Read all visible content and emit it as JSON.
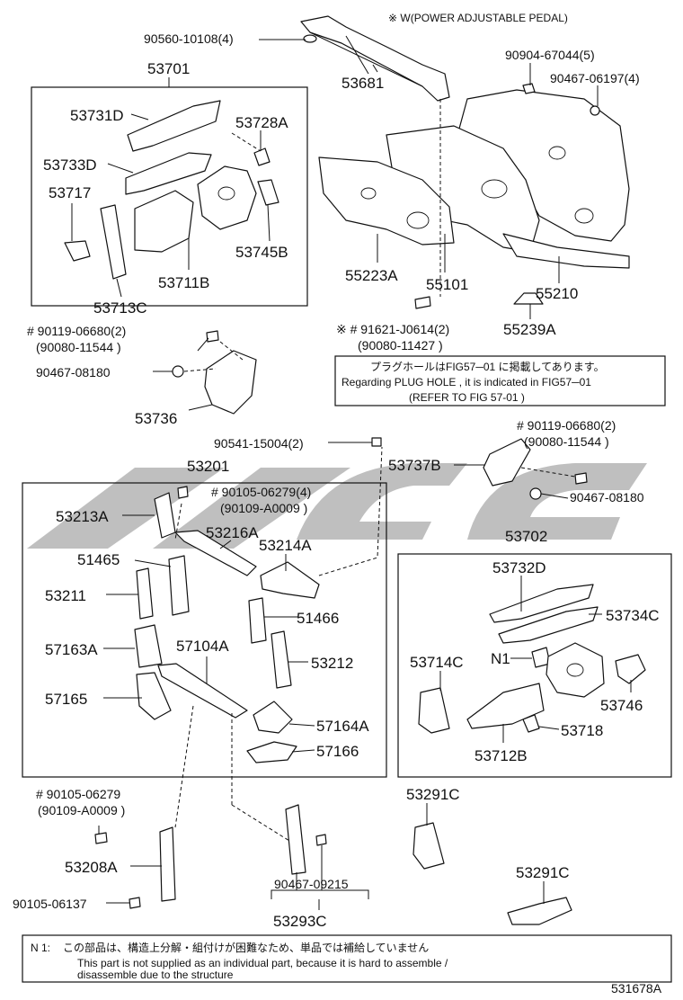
{
  "header_note": "※ W(POWER ADJUSTABLE PEDAL)",
  "plug_note": {
    "jp": "プラグホールはFIG57─01 に掲載してあります。",
    "en": "Regarding PLUG HOLE , it is indicated in FIG57─01",
    "ref": "(REFER TO FIG 57-01 )"
  },
  "bottom_note": {
    "tag": "N 1:",
    "jp": "この部品は、構造上分解・組付けが困難なため、単品では補給していません",
    "en1": "This part is not supplied as an individual part, because it is hard to assemble /",
    "en2": "disassemble due to the structure"
  },
  "figure_id": "531678A",
  "labels": {
    "p90560": "90560-10108(4)",
    "p53681": "53681",
    "p90904": "90904-67044(5)",
    "p90467a": "90467-06197(4)",
    "p53701": "53701",
    "p53731D": "53731D",
    "p53728A": "53728A",
    "p53733D": "53733D",
    "p53717": "53717",
    "p53745B": "53745B",
    "p53711B": "53711B",
    "p53713C": "53713C",
    "p55223A": "55223A",
    "p55101": "55101",
    "p55210": "55210",
    "p91621": "※ # 91621-J0614(2)",
    "p90080b": "(90080-11427 )",
    "p55239A": "55239A",
    "p90119a": "# 90119-06680(2)",
    "p90080a": "(90080-11544 )",
    "p90467b": "90467-08180",
    "p53736": "53736",
    "p90541": "90541-15004(2)",
    "p90119b": "# 90119-06680(2)",
    "p90080c": "(90080-11544 )",
    "p53201": "53201",
    "p53737B": "53737B",
    "p90105a": "# 90105-06279(4)",
    "p90109a": "(90109-A0009 )",
    "p90467c": "90467-08180",
    "p53213A": "53213A",
    "p53216A": "53216A",
    "p53214A": "53214A",
    "p53702": "53702",
    "p51465": "51465",
    "p53732D": "53732D",
    "p53211": "53211",
    "p53734C": "53734C",
    "p51466": "51466",
    "p57163A": "57163A",
    "p57104A": "57104A",
    "p53212": "53212",
    "p53714C": "53714C",
    "pN1": "N1",
    "p53746": "53746",
    "p57165": "57165",
    "p57164A": "57164A",
    "p53718": "53718",
    "p53712B": "53712B",
    "p57166": "57166",
    "p90105b": "# 90105-06279",
    "p90109b": "(90109-A0009 )",
    "p53291C_a": "53291C",
    "p53208A": "53208A",
    "p90467d": "90467-09215",
    "p53291C_b": "53291C",
    "p90105c": "90105-06137",
    "p53293C": "53293C"
  },
  "colors": {
    "ink": "#111111",
    "watermark": "#8a8a8a"
  }
}
